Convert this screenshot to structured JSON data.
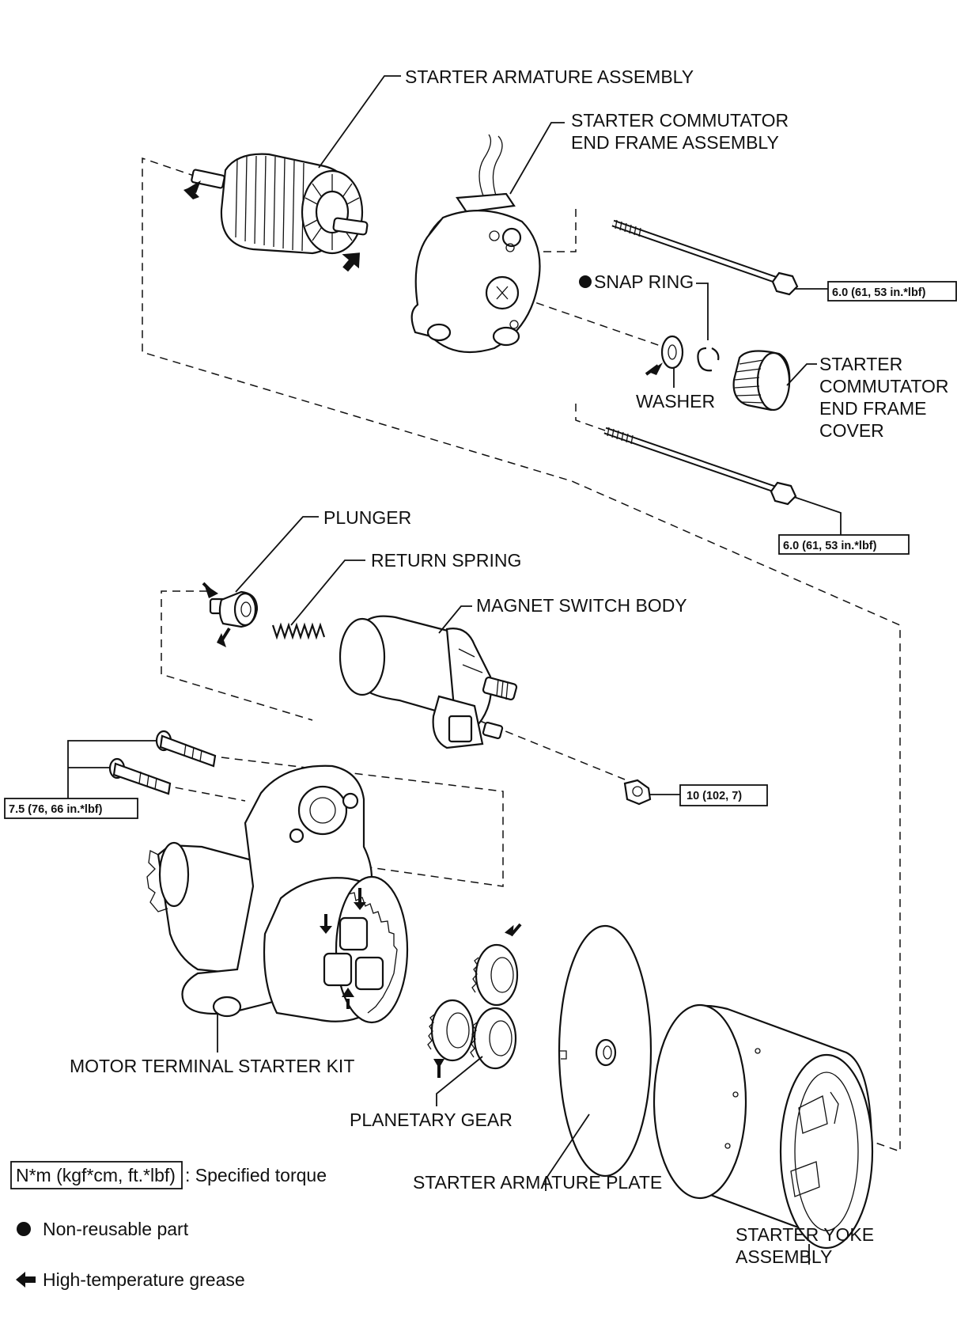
{
  "labels": {
    "armature_assembly": "STARTER ARMATURE ASSEMBLY",
    "commutator_end_frame_l1": "STARTER COMMUTATOR",
    "commutator_end_frame_l2": "END FRAME ASSEMBLY",
    "snap_ring": "SNAP RING",
    "washer": "WASHER",
    "end_frame_cover_l1": "STARTER",
    "end_frame_cover_l2": "COMMUTATOR",
    "end_frame_cover_l3": "END FRAME",
    "end_frame_cover_l4": "COVER",
    "plunger": "PLUNGER",
    "return_spring": "RETURN SPRING",
    "magnet_switch_body": "MAGNET SWITCH BODY",
    "motor_terminal_starter_kit": "MOTOR TERMINAL STARTER KIT",
    "planetary_gear": "PLANETARY GEAR",
    "armature_plate": "STARTER ARMATURE PLATE",
    "yoke_assembly_l1": "STARTER YOKE",
    "yoke_assembly_l2": "ASSEMBLY"
  },
  "torque": {
    "through_bolt_upper": "6.0 (61, 53 in.*lbf)",
    "through_bolt_lower": "6.0 (61, 53 in.*lbf)",
    "terminal_nut": "10 (102, 7)",
    "kit_bolts": "7.5 (76, 66 in.*lbf)"
  },
  "legend": {
    "torque_box": "N*m (kgf*cm, ft.*lbf)",
    "torque_text": ": Specified torque",
    "non_reusable": "Non-reusable part",
    "grease": "High-temperature grease"
  },
  "icons": {
    "non_reusable": "filled-circle-icon",
    "grease": "grease-arrow-icon"
  },
  "colors": {
    "ink": "#111111",
    "background": "#ffffff"
  }
}
